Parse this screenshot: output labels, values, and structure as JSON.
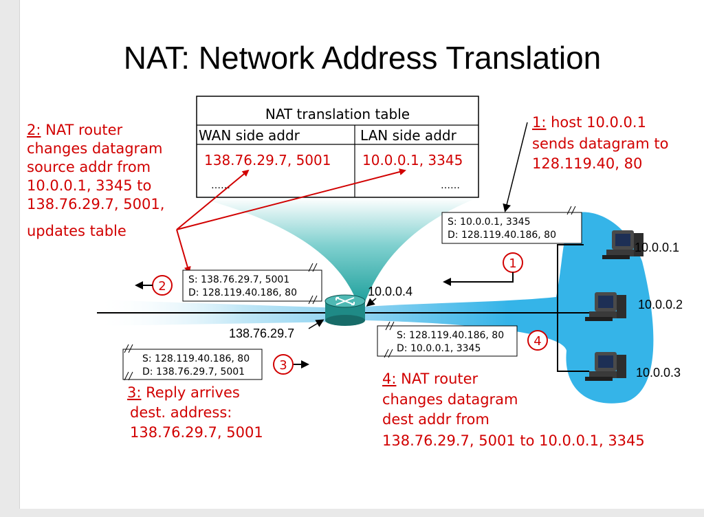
{
  "title": "NAT: Network Address Translation",
  "table": {
    "heading": "NAT translation table",
    "col_wan": "WAN side addr",
    "col_lan": "LAN side addr",
    "row_wan": "138.76.29.7, 5001",
    "row_lan": "10.0.0.1, 3345",
    "ellipsis": "……",
    "ellipsis_right": "……"
  },
  "step1": {
    "num": "1",
    "prefix": "1:",
    "line1": " host 10.0.0.1",
    "line2": "sends datagram to",
    "line3": "128.119.40, 80"
  },
  "step2": {
    "num": "2",
    "prefix": "2:",
    "line1": " NAT router",
    "line2": "changes datagram",
    "line3": "source addr from",
    "line4": "10.0.0.1, 3345 to",
    "line5": "138.76.29.7, 5001,",
    "line6": "updates table"
  },
  "step3": {
    "num": "3",
    "prefix": "3:",
    "line1": " Reply arrives",
    "line2": "dest. address:",
    "line3": "138.76.29.7, 5001"
  },
  "step4": {
    "num": "4",
    "prefix": "4:",
    "line1": " NAT router",
    "line2": "changes datagram",
    "line3": "dest addr from",
    "line4": "138.76.29.7, 5001 to 10.0.0.1, 3345"
  },
  "packets": {
    "p1_src": "S: 10.0.0.1, 3345",
    "p1_dst": "D: 128.119.40.186, 80",
    "p2_src": "S: 138.76.29.7, 5001",
    "p2_dst": "D: 128.119.40.186, 80",
    "p3_src": "S: 128.119.40.186, 80",
    "p3_dst": "D: 138.76.29.7, 5001",
    "p4_src": "S: 128.119.40.186, 80",
    "p4_dst": "D: 10.0.0.1, 3345"
  },
  "addresses": {
    "router_lan": "10.0.0.4",
    "router_wan": "138.76.29.7",
    "host1": "10.0.0.1",
    "host2": "10.0.0.2",
    "host3": "10.0.0.3"
  },
  "colors": {
    "accent_red": "#d10000",
    "lan_blue": "#35b4e8",
    "router_teal": "#1f8a86"
  },
  "icons": [
    "router-icon",
    "computer-icon"
  ]
}
